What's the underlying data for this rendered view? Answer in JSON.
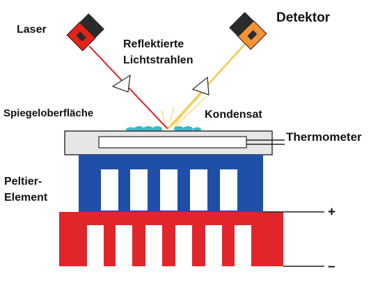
{
  "labels": {
    "laser": "Laser",
    "detector": "Detektor",
    "reflected_line1": "Reflektierte",
    "reflected_line2": "Lichtstrahlen",
    "mirror_surface": "Spiegeloberfläche",
    "condensate": "Kondensat",
    "thermometer": "Thermometer",
    "peltier_line1": "Peltier-",
    "peltier_line2": "Element",
    "plus": "+",
    "minus": "–"
  },
  "colors": {
    "laser_beam": "#e0232c",
    "detector_beam": "#f2c94c",
    "laser_body": "#e2231a",
    "detector_body": "#f39237",
    "device_head": "#2a2a2a",
    "peltier_top": "#1f4fa8",
    "peltier_bottom": "#e0262b",
    "mirror_plate": "#e6e6e6",
    "condensate": "#3bb7c8"
  }
}
